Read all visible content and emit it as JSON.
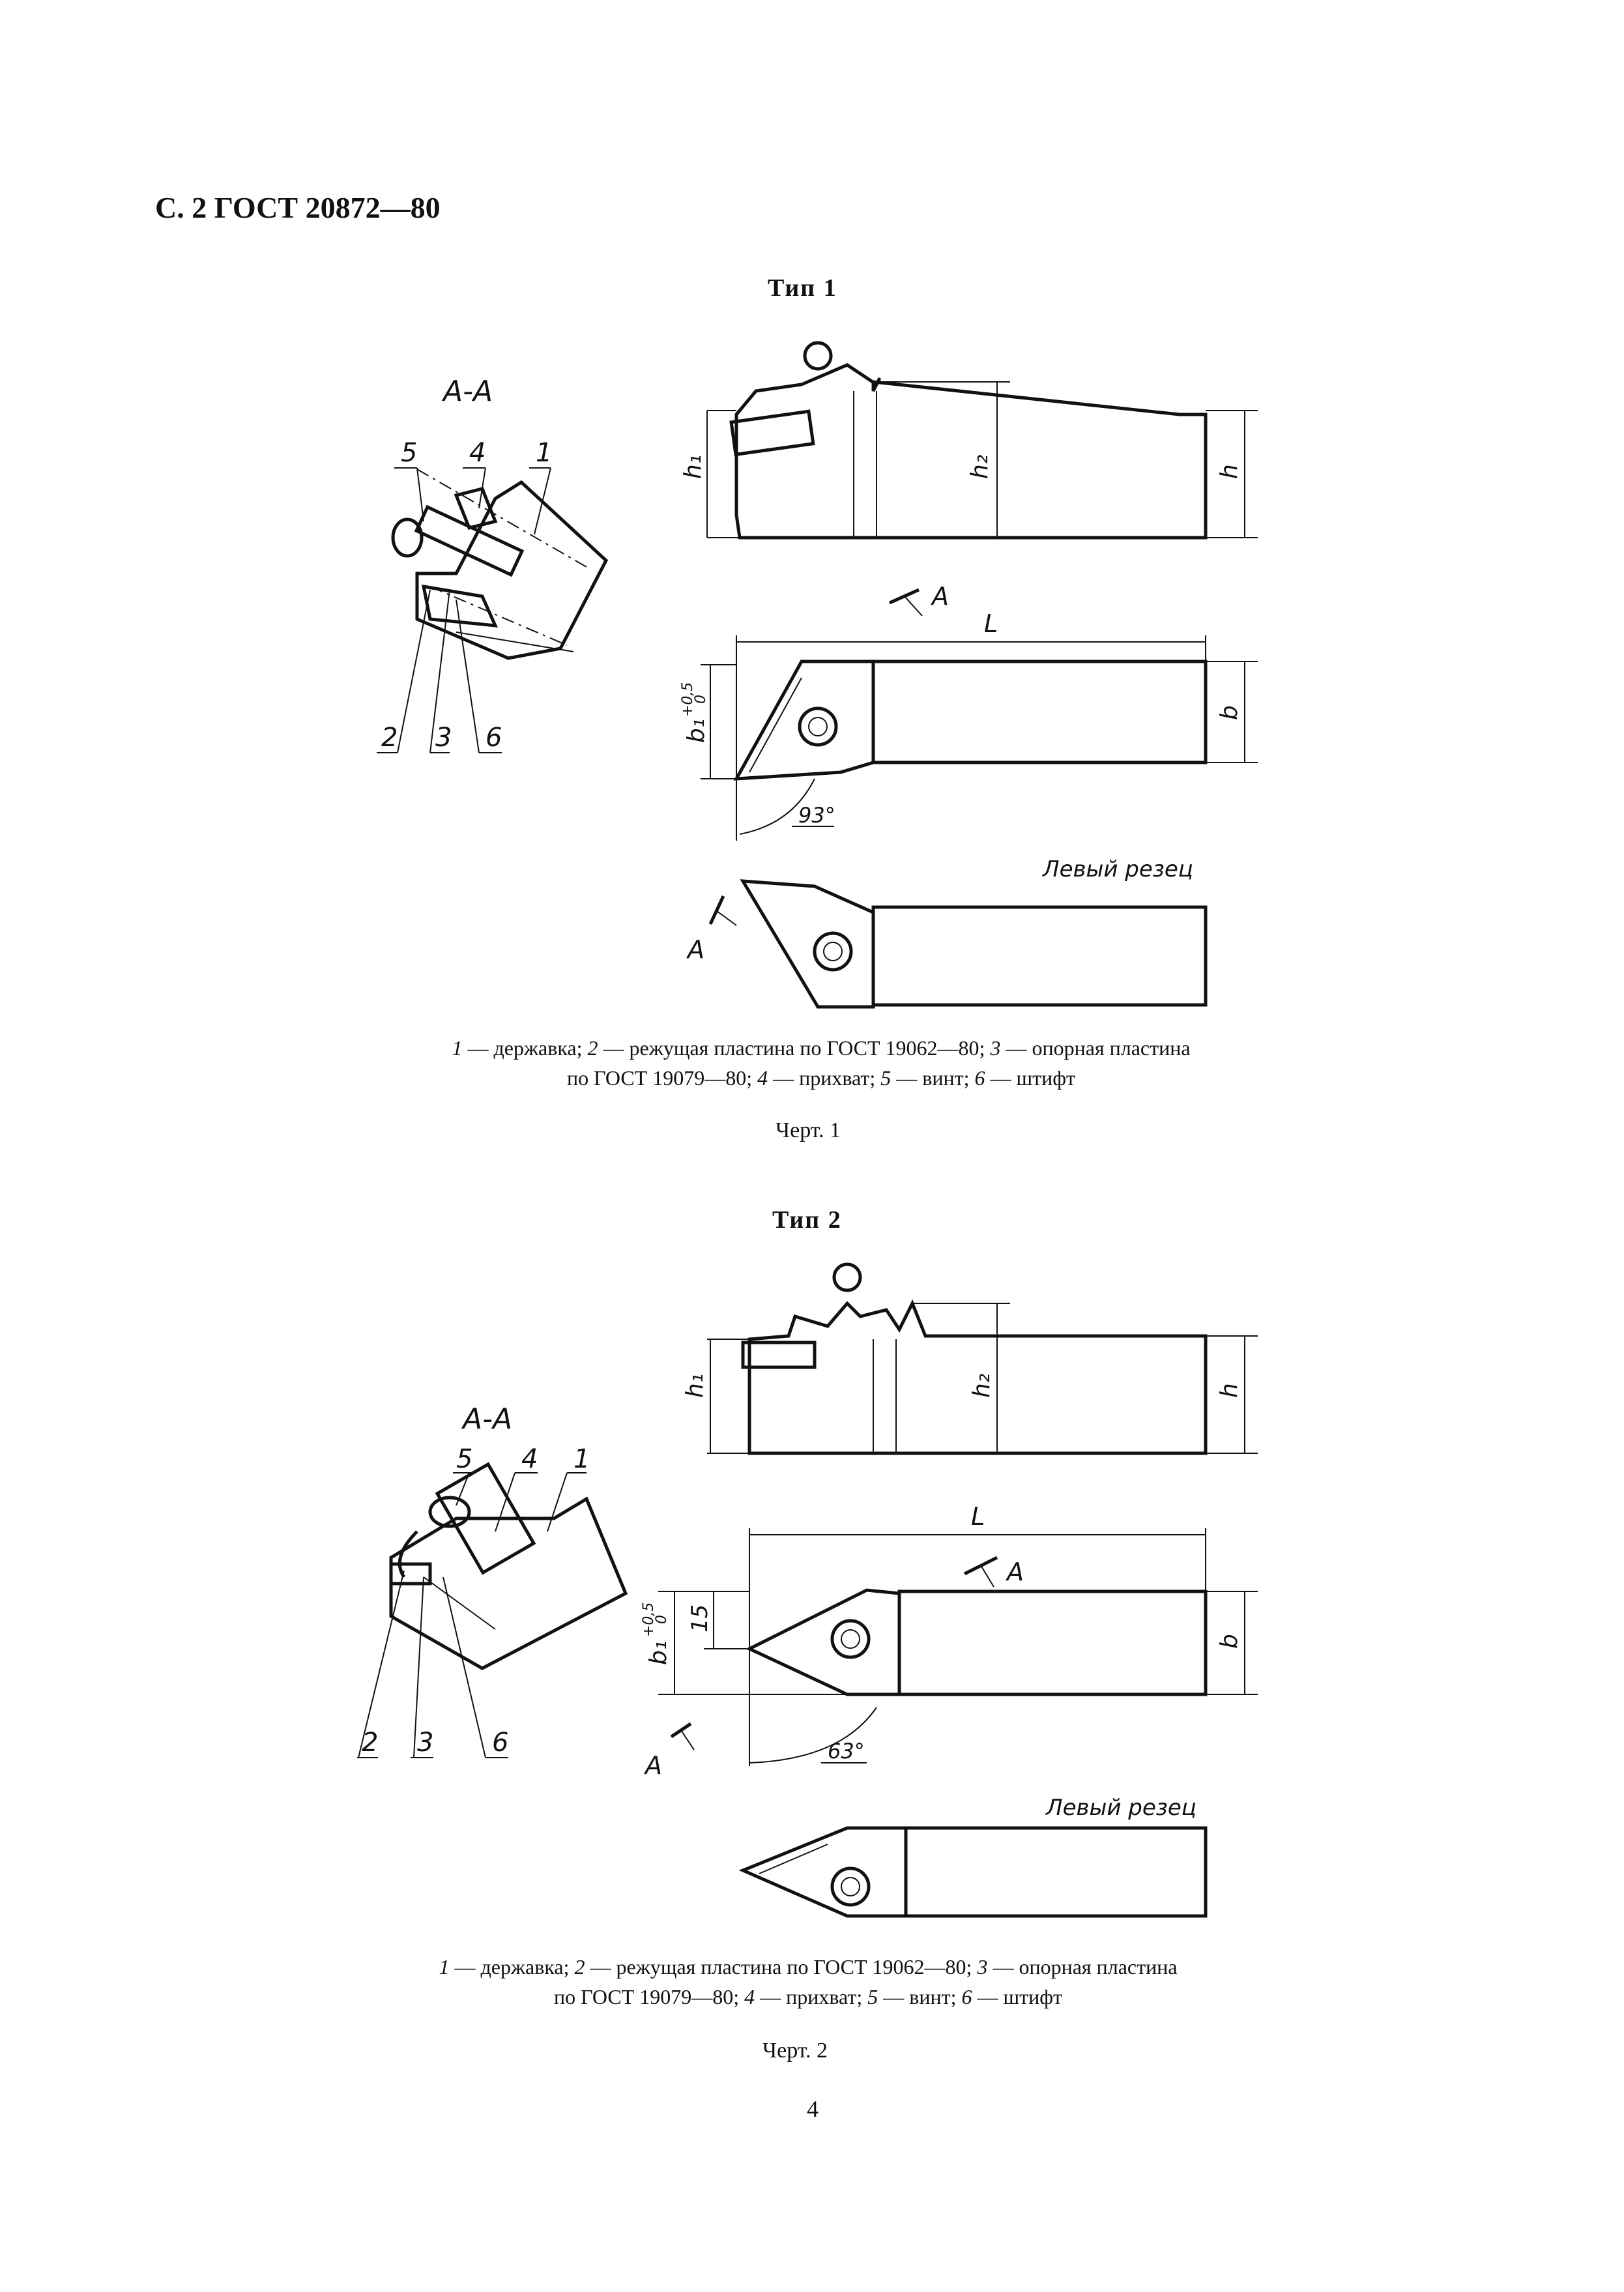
{
  "header": {
    "text": "С. 2 ГОСТ 20872—80"
  },
  "figures": [
    {
      "type_title": "Тип  1",
      "section_label": "A-A",
      "callouts": [
        "5",
        "4",
        "1",
        "2",
        "3",
        "6"
      ],
      "dims": {
        "h1": "h₁",
        "h2": "h₂",
        "h": "h",
        "L": "L",
        "b1": "b₁",
        "b1_tol": "+0,5",
        "b1_tol_lower": "0",
        "b": "b",
        "angle": "93°",
        "arrow": "A"
      },
      "left_label": "Левый резец",
      "caption_line1": [
        {
          "n": "1",
          "t": " — державка; "
        },
        {
          "n": "2",
          "t": " — режущая пластина по ГОСТ 19062—80; "
        },
        {
          "n": "3",
          "t": " — опорная пластина"
        }
      ],
      "caption_line2": [
        {
          "n": "",
          "t": "по ГОСТ 19079—80; "
        },
        {
          "n": "4",
          "t": " — прихват; "
        },
        {
          "n": "5",
          "t": " — винт; "
        },
        {
          "n": "6",
          "t": " — штифт"
        }
      ],
      "chert": "Черт. 1"
    },
    {
      "type_title": "Тип  2",
      "section_label": "A-A",
      "callouts": [
        "5",
        "4",
        "1",
        "2",
        "3",
        "6"
      ],
      "dims": {
        "h1": "h₁",
        "h2": "h₂",
        "h": "h",
        "L": "L",
        "b1": "b₁",
        "b1_tol": "+0,5",
        "b1_tol_lower": "0",
        "fifteen": "15",
        "b": "b",
        "angle": "63°",
        "arrow": "A"
      },
      "left_label": "Левый резец",
      "caption_line1": [
        {
          "n": "1",
          "t": " — державка; "
        },
        {
          "n": "2",
          "t": " — режущая пластина по ГОСТ 19062—80; "
        },
        {
          "n": "3",
          "t": " — опорная пластина"
        }
      ],
      "caption_line2": [
        {
          "n": "",
          "t": "по ГОСТ 19079—80; "
        },
        {
          "n": "4",
          "t": " — прихват; "
        },
        {
          "n": "5",
          "t": " — винт; "
        },
        {
          "n": "6",
          "t": " — штифт"
        }
      ],
      "chert": "Черт. 2"
    }
  ],
  "page_number": "4"
}
